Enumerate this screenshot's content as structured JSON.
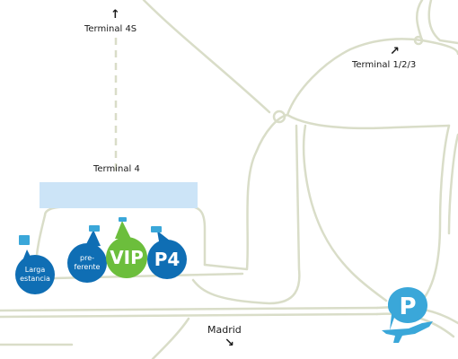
{
  "labels": {
    "terminal_4s": "Terminal 4S",
    "terminal_123": "Terminal 1/2/3",
    "terminal_4": "Terminal 4",
    "madrid": "Madrid"
  },
  "arrows": {
    "up": "↑",
    "up_right": "↗",
    "down_right": "↘"
  },
  "parkings": {
    "larga_estancia": "Larga estancia",
    "preferente": "pre-ferente",
    "vip": "VIP",
    "p4": "P4"
  },
  "colors": {
    "road": "#d9ddc8",
    "terminal": "#cce4f7",
    "pin_blue": "#0f6eb4",
    "pin_green": "#6cbe3c",
    "tag": "#3aa7d9",
    "logo": "#3aa7d9"
  },
  "icons": {
    "logo": "parking-plane-logo-icon"
  }
}
